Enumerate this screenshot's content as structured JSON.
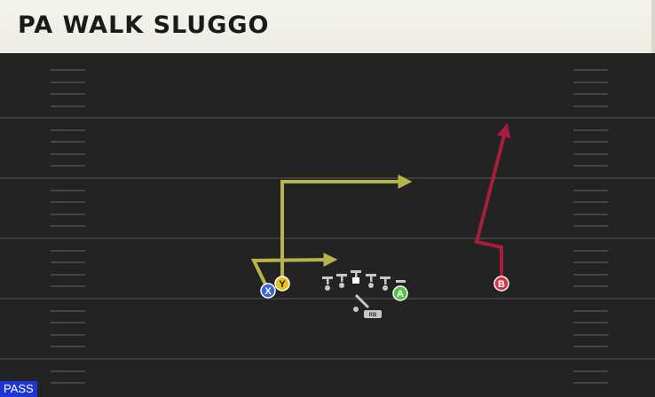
{
  "play": {
    "title": "PA WALK SLUGGO",
    "type_badge": "PASS"
  },
  "colors": {
    "field": "#232323",
    "yard_line": "#3c3c3c",
    "hash_mark": "#444444",
    "route_te_slot": "#b8b44c",
    "route_b": "#a81d3c",
    "line": "#c7c7c7",
    "badge_bg": "#1f36d6"
  },
  "players": {
    "x": {
      "label": "X",
      "color": "#3d63d6"
    },
    "y": {
      "label": "Y",
      "color": "#e8c31a"
    },
    "a": {
      "label": "A",
      "color": "#55c24a"
    },
    "b": {
      "label": "B",
      "color": "#d83343"
    },
    "rb": {
      "label": "RB"
    }
  },
  "icons": [
    "arrow-icon",
    "lineman-icon",
    "ball-icon"
  ]
}
